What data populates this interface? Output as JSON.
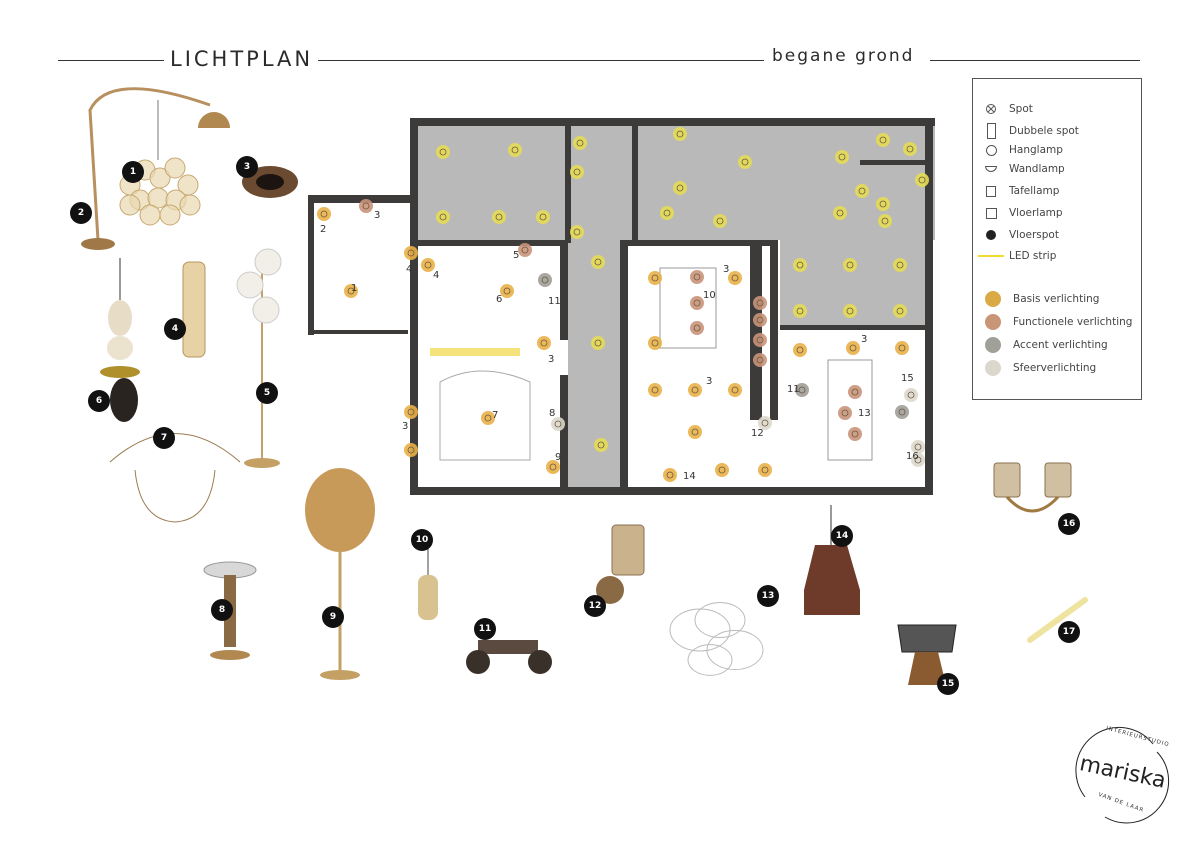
{
  "header": {
    "title": "LICHTPLAN",
    "subtitle": "begane grond"
  },
  "legend": {
    "symbols": [
      {
        "icon": "spot-icon",
        "label": "Spot"
      },
      {
        "icon": "double-spot-icon",
        "label": "Dubbele spot"
      },
      {
        "icon": "pendant-icon",
        "label": "Hanglamp"
      },
      {
        "icon": "wall-lamp-icon",
        "label": "Wandlamp"
      },
      {
        "icon": "table-lamp-icon",
        "label": "Tafellamp"
      },
      {
        "icon": "floor-lamp-icon",
        "label": "Vloerlamp"
      },
      {
        "icon": "floor-spot-icon",
        "label": "Vloerspot"
      },
      {
        "icon": "led-strip-icon",
        "label": "LED strip"
      }
    ],
    "categories": [
      {
        "label": "Basis verlichting",
        "color": "#d9aa45"
      },
      {
        "label": "Functionele verlichting",
        "color": "#c99577"
      },
      {
        "label": "Accent verlichting",
        "color": "#a09f98"
      },
      {
        "label": "Sfeerverlichting",
        "color": "#dcd7cc"
      }
    ]
  },
  "plan_labels": [
    "1",
    "2",
    "3",
    "4",
    "4",
    "5",
    "6",
    "11",
    "3",
    "3",
    "8",
    "9",
    "7",
    "10",
    "3",
    "3",
    "11",
    "12",
    "13",
    "14",
    "15",
    "16",
    "3"
  ],
  "products": [
    "1",
    "2",
    "3",
    "4",
    "5",
    "6",
    "7",
    "8",
    "9",
    "10",
    "11",
    "12",
    "13",
    "14",
    "15",
    "16",
    "17"
  ],
  "logo": {
    "top": "INTERIEURSTUDIO",
    "name": "mariska",
    "bottom": "VAN DE LAAR"
  },
  "colors": {
    "wall": "#3d3a3a",
    "room_gray": "#b9b9b9",
    "basis_gray": "#e6dc55",
    "basis": "#e9b048",
    "functional": "#c9947a",
    "accent": "#9e9d97",
    "sfeer": "#ddd8cd",
    "led": "#f3e37a"
  }
}
